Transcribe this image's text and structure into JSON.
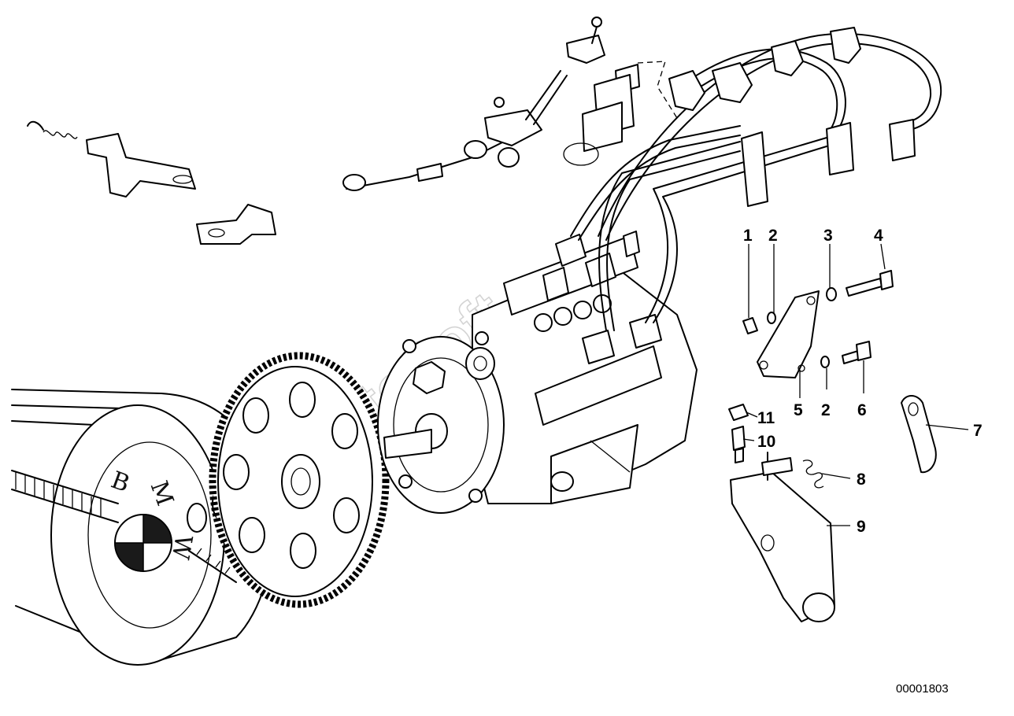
{
  "watermark": "AutoSoft",
  "emblem_letters": [
    "B",
    "M",
    "W"
  ],
  "document_number": "00001803",
  "callouts": [
    {
      "id": "1",
      "label": "1"
    },
    {
      "id": "2a",
      "label": "2"
    },
    {
      "id": "3",
      "label": "3"
    },
    {
      "id": "4",
      "label": "4"
    },
    {
      "id": "5",
      "label": "5"
    },
    {
      "id": "2b",
      "label": "2"
    },
    {
      "id": "6",
      "label": "6"
    },
    {
      "id": "7",
      "label": "7"
    },
    {
      "id": "8",
      "label": "8"
    },
    {
      "id": "9",
      "label": "9"
    },
    {
      "id": "10",
      "label": "10"
    },
    {
      "id": "11",
      "label": "11"
    }
  ]
}
